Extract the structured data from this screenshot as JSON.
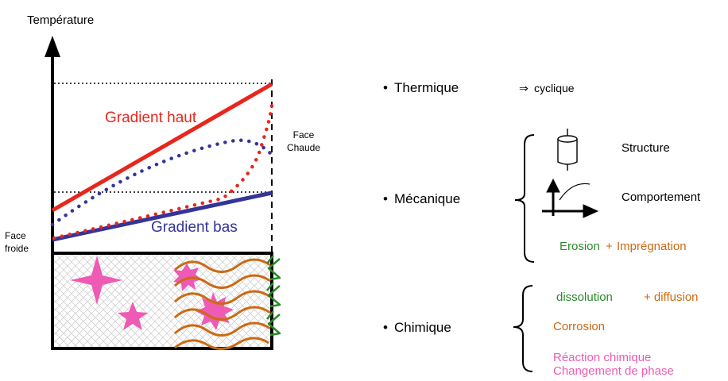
{
  "left": {
    "y_axis_label": "Température",
    "face_hot_line1": "Face",
    "face_hot_line2": "Chaude",
    "face_cold_line1": "Face",
    "face_cold_line2": "froide",
    "gradient_high": "Gradient haut",
    "gradient_low": "Gradient bas"
  },
  "right": {
    "bullet": "•",
    "thermique": "Thermique",
    "implies": "⇒",
    "cyclique": "cyclique",
    "mecanique": "Mécanique",
    "structure": "Structure",
    "comportement": "Comportement",
    "erosion": "Erosion",
    "plus": "+",
    "impregnation": "Imprégnation",
    "chimique": "Chimique",
    "dissolution": "dissolution",
    "plus_diffusion": "+ diffusion",
    "corrosion": "Corrosion",
    "reaction": "Réaction chimique",
    "changement": "Changement de phase"
  },
  "colors": {
    "red": "#e8261c",
    "navy": "#34349a",
    "pink": "#ee5ab4",
    "orange": "#cc6a12",
    "green": "#2a8a2a",
    "black": "#000000"
  }
}
